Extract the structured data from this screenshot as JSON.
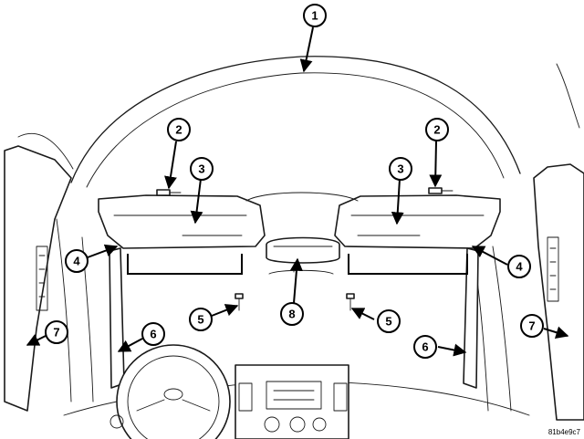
{
  "callouts": [
    {
      "id": "c1",
      "label": "1"
    },
    {
      "id": "c2a",
      "label": "2"
    },
    {
      "id": "c2b",
      "label": "2"
    },
    {
      "id": "c3a",
      "label": "3"
    },
    {
      "id": "c3b",
      "label": "3"
    },
    {
      "id": "c4a",
      "label": "4"
    },
    {
      "id": "c4b",
      "label": "4"
    },
    {
      "id": "c5a",
      "label": "5"
    },
    {
      "id": "c5b",
      "label": "5"
    },
    {
      "id": "c6a",
      "label": "6"
    },
    {
      "id": "c6b",
      "label": "6"
    },
    {
      "id": "c7a",
      "label": "7"
    },
    {
      "id": "c7b",
      "label": "7"
    },
    {
      "id": "c8",
      "label": "8"
    }
  ],
  "figure_id": "81b4e9c7"
}
